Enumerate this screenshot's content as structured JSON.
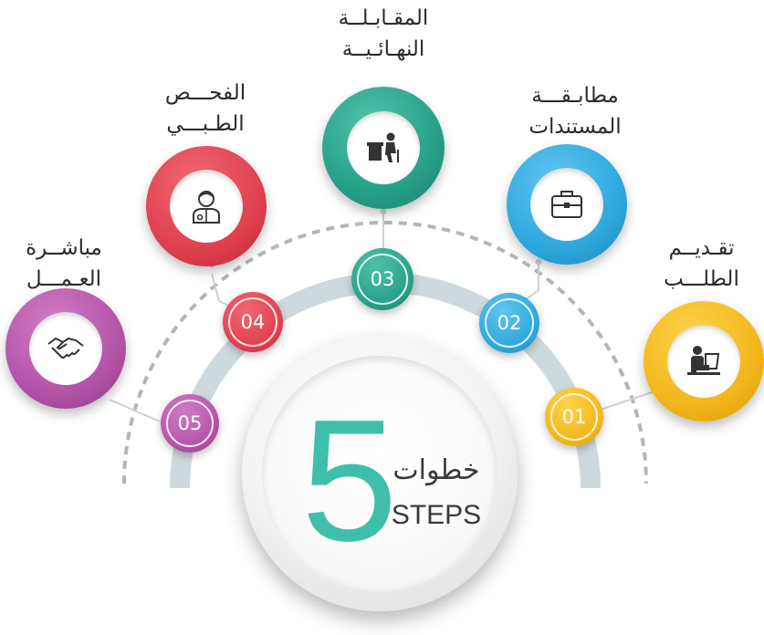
{
  "center": {
    "number": "5",
    "arabic": "خطوات",
    "english": "STEPS"
  },
  "steps": [
    {
      "number": "01",
      "title_line1": "تقـديــم",
      "title_line2": "الطلـــب",
      "color": "#f2b71b",
      "icon": "laptop-user-icon"
    },
    {
      "number": "02",
      "title_line1": "مطابـقـــة",
      "title_line2": "المستندات",
      "color": "#2fa8de",
      "icon": "briefcase-icon"
    },
    {
      "number": "03",
      "title_line1": "المقـابـلــة",
      "title_line2": "النهـائـيــة",
      "color": "#27a088",
      "icon": "desk-interview-icon"
    },
    {
      "number": "04",
      "title_line1": "الفحـــص",
      "title_line2": "الطـبـــي",
      "color": "#e0414f",
      "icon": "doctor-icon"
    },
    {
      "number": "05",
      "title_line1": "مباشــرة",
      "title_line2": "العـمـــل",
      "color": "#b454a8",
      "icon": "handshake-icon"
    }
  ],
  "colors": {
    "arc": "#cdd9dc",
    "dashed": "#b5b5b5",
    "accent_five": "#3fbfa9"
  }
}
